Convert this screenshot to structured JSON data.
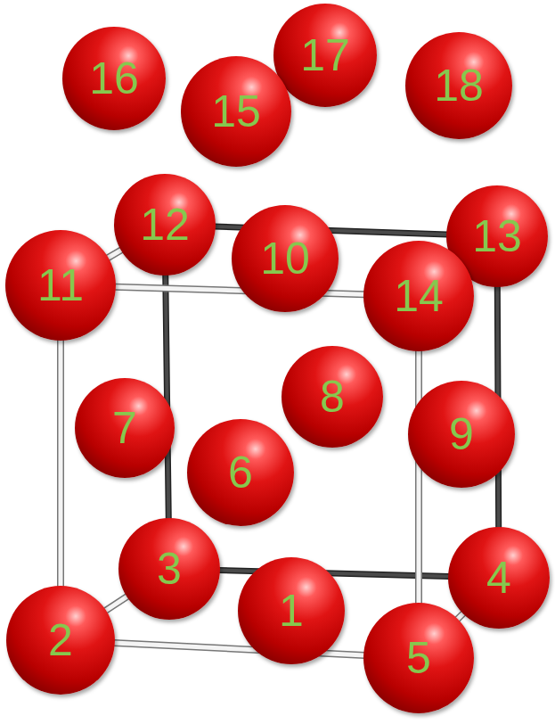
{
  "diagram": {
    "nodes": [
      {
        "text": [
          "1"
        ]
      },
      {
        "text": [
          "2"
        ]
      },
      {
        "text": [
          "3"
        ]
      },
      {
        "text": [
          "4"
        ]
      },
      {
        "text": [
          "5"
        ]
      },
      {
        "text": [
          "6"
        ]
      },
      {
        "text": [
          "7"
        ]
      },
      {
        "text": [
          "8"
        ]
      },
      {
        "text": [
          "9"
        ]
      },
      {
        "text": [
          "10"
        ]
      },
      {
        "text": [
          "11"
        ]
      },
      {
        "text": [
          "12"
        ]
      },
      {
        "text": [
          "13"
        ]
      },
      {
        "text": [
          "14"
        ]
      },
      {
        "text": [
          "15"
        ]
      },
      {
        "text": [
          "16"
        ]
      },
      {
        "text": [
          "17"
        ]
      },
      {
        "text": [
          "18"
        ]
      }
    ],
    "edges": [
      {
        "from": 1,
        "to": 2,
        "arrow": "none"
      },
      {
        "from": 2,
        "to": 3,
        "arrow": "none"
      },
      {
        "from": 3,
        "to": 4,
        "arrow": "none"
      },
      {
        "from": 1,
        "to": 4,
        "arrow": "none"
      },
      {
        "from": 1,
        "to": 10,
        "arrow": "none"
      },
      {
        "from": 2,
        "to": 11,
        "arrow": "none"
      },
      {
        "from": 3,
        "to": 12,
        "arrow": "none"
      },
      {
        "from": 4,
        "to": 13,
        "arrow": "none"
      },
      {
        "from": 10,
        "to": 11,
        "arrow": "none"
      },
      {
        "from": 11,
        "to": 12,
        "arrow": "none"
      },
      {
        "from": 12,
        "to": 13,
        "arrow": "none"
      },
      {
        "from": 10,
        "to": 13,
        "arrow": "none"
      }
    ]
  }
}
